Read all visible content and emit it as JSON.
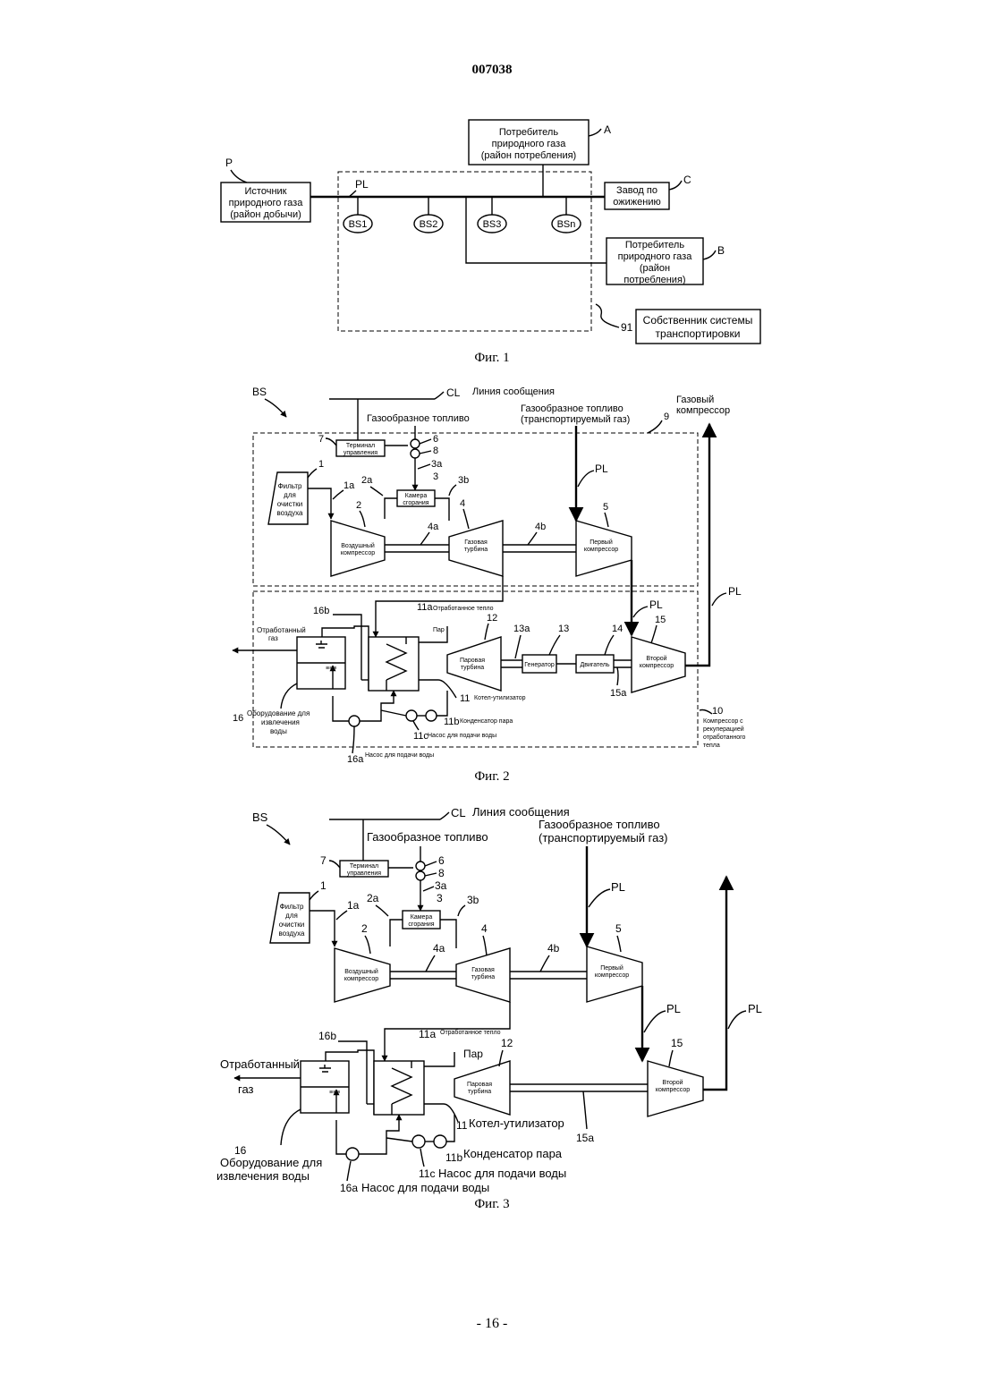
{
  "header": {
    "doc_number": "007038"
  },
  "footer": {
    "page_number": "- 16 -"
  },
  "fig1": {
    "caption": "Фиг. 1",
    "consumer_a": [
      "Потребитель",
      "природного газа",
      "(район потребления)"
    ],
    "ref_a": "A",
    "source_p": [
      "Источник",
      "природного газа",
      "(район добычи)"
    ],
    "ref_p": "P",
    "ref_pl": "PL",
    "plant_c": [
      "Завод по",
      "ожижению"
    ],
    "ref_c": "C",
    "stations": [
      "BS1",
      "BS2",
      "BS3",
      "BSn"
    ],
    "consumer_b": [
      "Потребитель",
      "природного газа",
      "(район",
      "потребления)"
    ],
    "ref_b": "B",
    "owner": [
      "Собственник системы",
      "транспортировки"
    ],
    "ref_owner": "91"
  },
  "fig2": {
    "caption": "Фиг. 2",
    "ref_bs": "BS",
    "ref_cl": "CL",
    "comm_line": "Линия сообщения",
    "fuel_gas": "Газообразное топливо",
    "fuel_transported": [
      "Газообразное топливо",
      "(транспортируемый газ)"
    ],
    "gas_compressor": [
      "Газовый",
      "компрессор"
    ],
    "ref_9": "9",
    "ref_7": "7",
    "control_terminal": [
      "Терминал",
      "управления"
    ],
    "ref_6": "6",
    "ref_8": "8",
    "ref_3a": "3a",
    "ref_3": "3",
    "ref_3b": "3b",
    "combustor": [
      "Камера",
      "сгорания"
    ],
    "ref_1": "1",
    "air_filter": [
      "Фильтр",
      "для",
      "очистки",
      "воздуха"
    ],
    "ref_1a": "1a",
    "ref_2a": "2a",
    "ref_2": "2",
    "air_compressor": [
      "Воздушный",
      "компрессор"
    ],
    "ref_4": "4",
    "gas_turbine": [
      "Газовая",
      "турбина"
    ],
    "ref_4a": "4a",
    "ref_4b": "4b",
    "ref_5": "5",
    "first_compressor": [
      "Первый",
      "компрессор"
    ],
    "ref_pl1": "PL",
    "ref_pl2": "PL",
    "ref_pl3": "PL",
    "ref_16b": "16b",
    "exhaust_gas": [
      "Отработанный",
      "газ"
    ],
    "ref_11a": "11a",
    "waste_heat": "Отработанное тепло",
    "steam": "Пар",
    "ref_12": "12",
    "steam_turbine": [
      "Паровая",
      "турбина"
    ],
    "ref_13a": "13a",
    "ref_13": "13",
    "generator": "Генератор",
    "ref_14": "14",
    "motor": "Двигатель",
    "ref_15": "15",
    "second_compressor": [
      "Второй",
      "компрессор"
    ],
    "ref_11": "11",
    "boiler": "Котел-утилизатор",
    "ref_11b": "11b",
    "condenser": "Конденсатор пара",
    "ref_11c": "11c",
    "feed_pump": "Насос для подачи воды",
    "ref_16": "16",
    "water_recovery": [
      "Оборудование для",
      "извлечения",
      "воды"
    ],
    "ref_16a": "16a",
    "feed_pump2": "Насос для подачи воды",
    "ref_15a": "15a",
    "ref_10": "10",
    "recup_compressor": [
      "Компрессор с",
      "рекуперацией",
      "отработанного",
      "тепла"
    ]
  },
  "fig3": {
    "caption": "Фиг. 3",
    "ref_bs": "BS",
    "ref_cl": "CL",
    "comm_line": "Линия сообщения",
    "fuel_gas": "Газообразное топливо",
    "fuel_transported": [
      "Газообразное топливо",
      "(транспортируемый газ)"
    ],
    "ref_7": "7",
    "control_terminal": [
      "Терминал",
      "управления"
    ],
    "ref_6": "6",
    "ref_8": "8",
    "ref_3a": "3a",
    "ref_3": "3",
    "ref_3b": "3b",
    "combustor": [
      "Камера",
      "сгорания"
    ],
    "ref_1": "1",
    "air_filter": [
      "Фильтр",
      "для",
      "очистки",
      "воздуха"
    ],
    "ref_1a": "1a",
    "ref_2a": "2a",
    "ref_2": "2",
    "air_compressor": [
      "Воздушный",
      "компрессор"
    ],
    "ref_4": "4",
    "gas_turbine": [
      "Газовая",
      "турбина"
    ],
    "ref_4a": "4a",
    "ref_4b": "4b",
    "ref_5": "5",
    "first_compressor": [
      "Первый",
      "компрессор"
    ],
    "ref_pl1": "PL",
    "ref_pl2": "PL",
    "ref_pl3": "PL",
    "ref_15": "15",
    "second_compressor": [
      "Второй",
      "компрессор"
    ],
    "ref_16b": "16b",
    "ref_11a": "11a",
    "waste_heat": "Отработанное тепло",
    "steam": "Пар",
    "ref_12": "12",
    "steam_turbine": [
      "Паровая",
      "турбина"
    ],
    "exhaust_gas": [
      "Отработанный",
      "газ"
    ],
    "ref_11": "11",
    "boiler": "Котел-утилизатор",
    "ref_15a": "15a",
    "ref_16": "16",
    "water_recovery": [
      "Оборудование для",
      "извлечения воды"
    ],
    "ref_11b": "11b",
    "condenser": "Конденсатор пара",
    "ref_11c": "11c",
    "feed_pump": "Насос для подачи воды",
    "ref_16a": "16a",
    "feed_pump2": "Насос для подачи воды"
  }
}
